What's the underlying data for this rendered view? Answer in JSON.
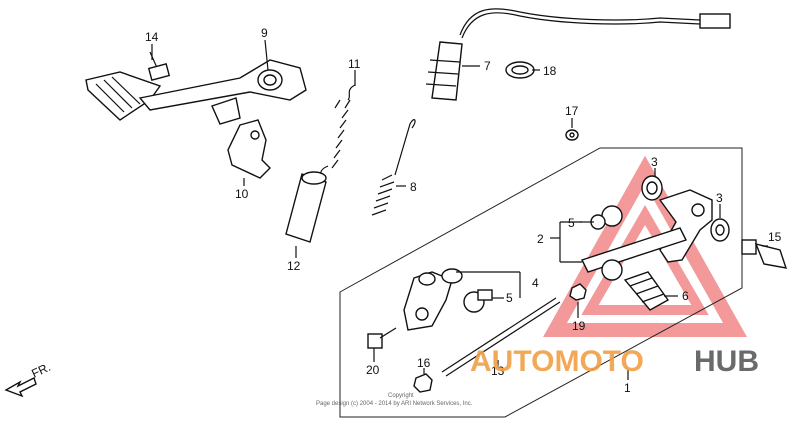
{
  "callouts": [
    "1",
    "2",
    "3",
    "3",
    "4",
    "5",
    "5",
    "6",
    "7",
    "8",
    "9",
    "10",
    "11",
    "12",
    "13",
    "14",
    "15",
    "16",
    "17",
    "18",
    "19",
    "20"
  ],
  "direction_label": "FR.",
  "copyright": {
    "line1": "Copyright",
    "line2": "Page design (c) 2004 - 2014 by ARI Network Services, Inc."
  },
  "watermark": {
    "text_left": "AUTOMOTO",
    "text_right": "HUB",
    "color_left": "#f0a046",
    "color_right": "#5a5a5a",
    "triangle_color": "#ef7878"
  }
}
